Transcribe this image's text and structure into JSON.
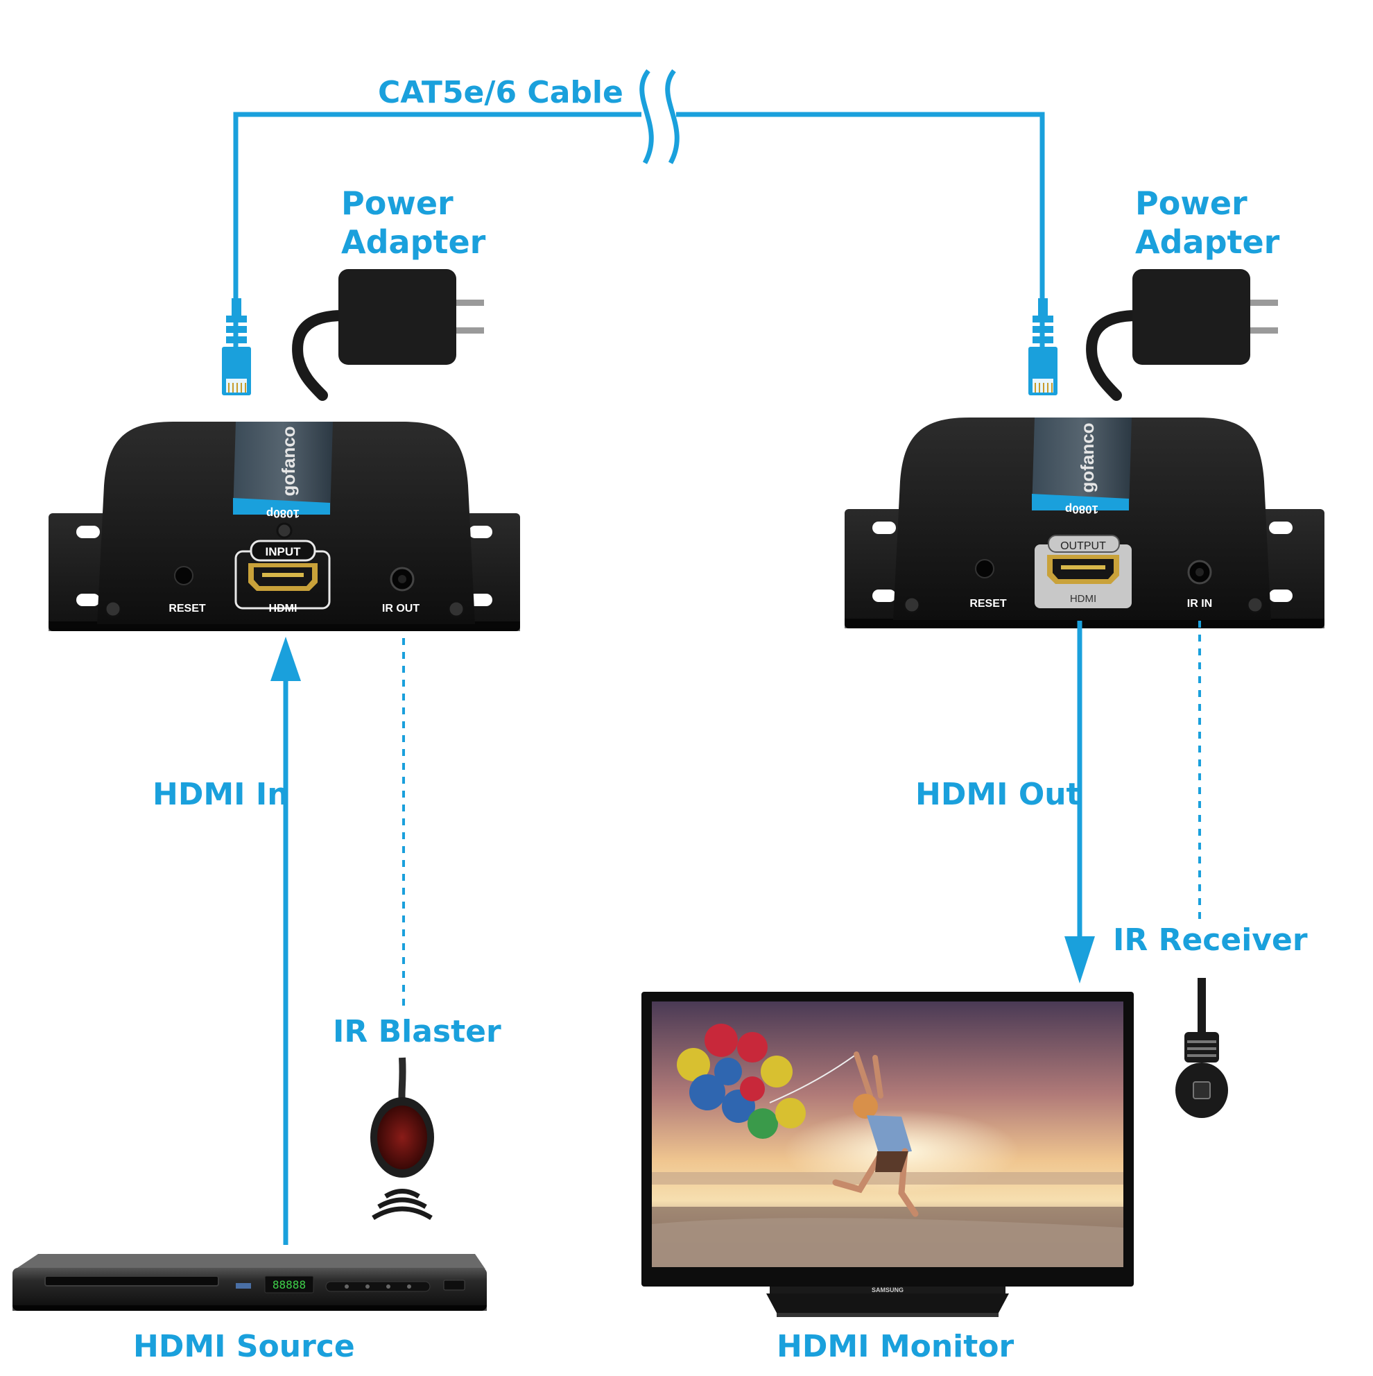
{
  "labels": {
    "cable": "CAT5e/6 Cable",
    "power_left_1": "Power",
    "power_left_2": "Adapter",
    "power_right_1": "Power",
    "power_right_2": "Adapter",
    "hdmi_in": "HDMI In",
    "hdmi_out": "HDMI Out",
    "ir_blaster": "IR Blaster",
    "ir_receiver": "IR Receiver",
    "hdmi_source": "HDMI Source",
    "hdmi_monitor": "HDMI Monitor"
  },
  "transmitter": {
    "port_label": "INPUT",
    "port_sub": "HDMI",
    "reset": "RESET",
    "ir_port": "IR OUT",
    "brand": "gofanco",
    "res": "1080p"
  },
  "receiver": {
    "port_label": "OUTPUT",
    "port_sub": "HDMI",
    "reset": "RESET",
    "ir_port": "IR IN",
    "brand": "gofanco",
    "res": "1080p"
  },
  "player": {
    "display": "88888"
  },
  "tv": {
    "brand": "SAMSUNG"
  },
  "colors": {
    "accent": "#1aa0dc",
    "device": "#1c1c1c"
  }
}
